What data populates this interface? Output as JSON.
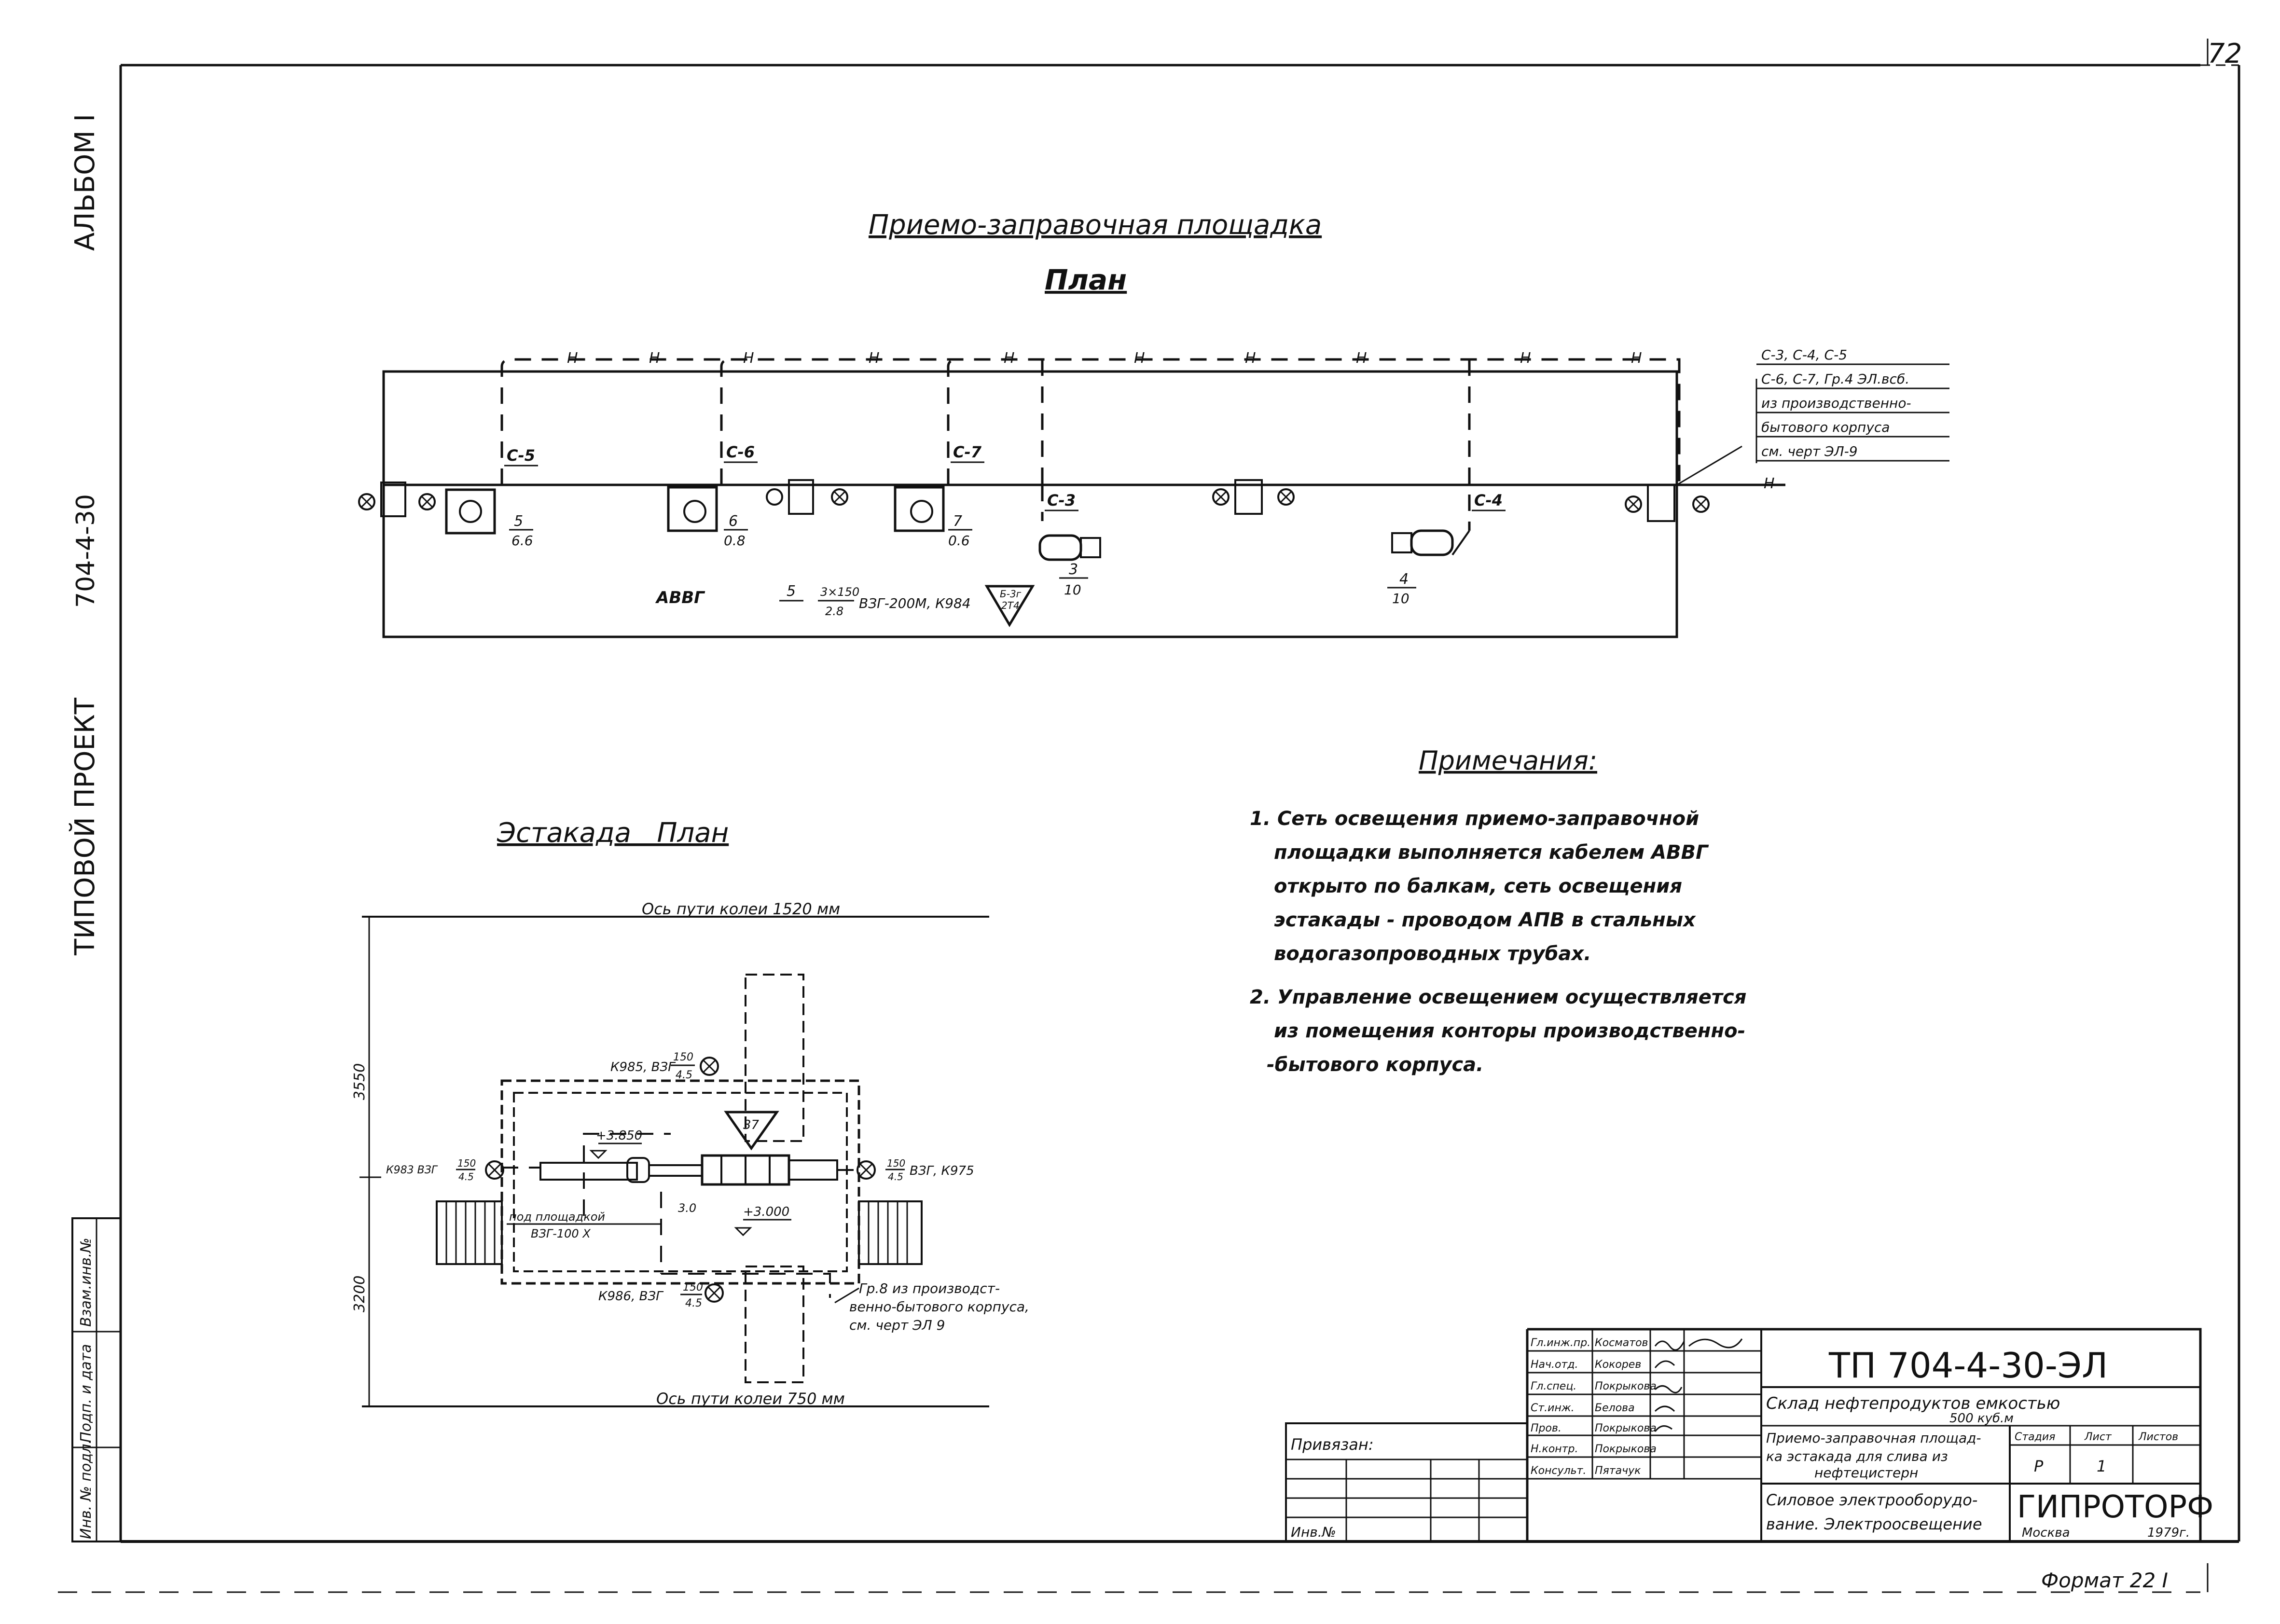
{
  "sheet": {
    "number": "72",
    "format": "Формат 22 I",
    "side_stamp": {
      "album": "АЛЬБОМ I",
      "code": "704-4-30",
      "project": "ТИПОВОЙ ПРОЕКТ",
      "fields": [
        "Взам.инв.№",
        "Подп. и дата",
        "Инв. № подл."
      ]
    }
  },
  "plan1": {
    "title": "Приемо-заправочная площадка",
    "subtitle": "План",
    "cable_mark": "Н",
    "group_labels": [
      "С-5",
      "С-6",
      "С-7",
      "С-3",
      "С-4"
    ],
    "fixtures": [
      {
        "num": "5",
        "den": "6.6"
      },
      {
        "num": "6",
        "den": "0.8"
      },
      {
        "num": "7",
        "den": "0.6"
      },
      {
        "num": "3",
        "den": "10"
      },
      {
        "num": "4",
        "den": "10"
      }
    ],
    "cable_type": "АВВГ",
    "fixture_spec": {
      "num": "5",
      "frac_num": "3×150",
      "frac_den": "2.8",
      "text": "ВЗГ-200М, К984",
      "tri_top": "Б-3г",
      "tri_bot": "2Т4"
    },
    "note_lines": [
      "С-3, С-4, С-5",
      "С-6, С-7, Гр.4 ЭЛ.всб.",
      "из производственно-",
      "бытового корпуса",
      "см. черт ЭЛ-9"
    ]
  },
  "plan2": {
    "title": "Эстакада   План",
    "axis_top": "Ось пути колеи 1520 мм",
    "axis_bottom": "Ось пути колеи 750 мм",
    "dim1": "3550",
    "dim2": "3200",
    "labels": [
      "К985, ВЗГ",
      "+3.850",
      "К983 ВЗГ",
      "ВЗГ, К975",
      "под площадкой",
      "ВЗГ-100 Х",
      "+3.000",
      "К986, ВЗГ",
      "Гр.8 из производст-",
      "венно-бытового корпуса,",
      "см. черт ЭЛ 9",
      "3.0"
    ],
    "fracs": [
      {
        "num": "150",
        "den": "4.5"
      },
      {
        "num": "150",
        "den": "4.5"
      },
      {
        "num": "150",
        "den": "4.5"
      },
      {
        "num": "150",
        "den": "4.5"
      }
    ],
    "tri_text": "37"
  },
  "notes": {
    "title": "Примечания:",
    "lines": [
      "1. Сеть освещения приемо-заправочной",
      "площадки выполняется кабелем АВВГ",
      "открыто по балкам, сеть освещения",
      "эстакады - проводом АПВ в стальных",
      "водогазопроводных трубах.",
      "2. Управление освещением осуществляется",
      "из помещения конторы производственно-",
      "-бытового корпуса."
    ]
  },
  "title_block": {
    "doc_code": "ТП 704-4-30-ЭЛ",
    "object_lines": [
      "Склад нефтепродуктов емкостью",
      "500 куб.м"
    ],
    "sheet_title": [
      "Приемо-заправочная площад-",
      "ка эстакада для слива из",
      "нефтецистерн"
    ],
    "section": [
      "Силовое электрооборудо-",
      "вание. Электроосвещение"
    ],
    "stage_head": [
      "Стадия",
      "Лист",
      "Листов"
    ],
    "stage_vals": [
      "Р",
      "1",
      ""
    ],
    "org": "ГИПРОТОРФ",
    "city": "Москва",
    "year": "1979г.",
    "roles": [
      "Гл.инж.пр.",
      "Нач.отд.",
      "Гл.спец.",
      "Ст.инж.",
      "Пров.",
      "Н.контр.",
      "Консульт."
    ],
    "names": [
      "Косматов",
      "Кокорев",
      "Покрыкова",
      "Белова",
      "Покрыкова",
      "Покрыкова",
      "Пятачук"
    ],
    "bound_label": "Привязан:",
    "inv_label": "Инв.№"
  }
}
